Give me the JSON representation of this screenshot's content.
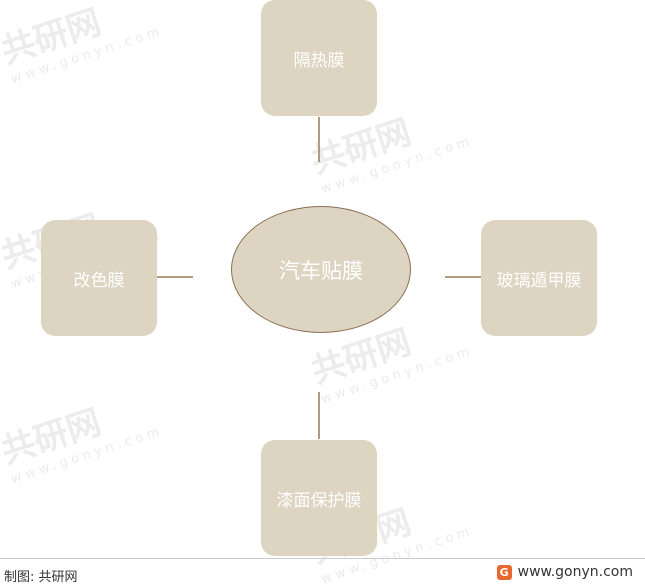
{
  "diagram": {
    "center": "汽车贴膜",
    "top": "隔热膜",
    "left": "改色膜",
    "right": "玻璃遁甲膜",
    "bottom": "漆面保护膜"
  },
  "watermark": {
    "text": "共研网",
    "sub": "www.gonyn.com"
  },
  "footer": {
    "source": "制图: 共研网",
    "site": "www.gonyn.com",
    "logo_icon": "gonyn-logo-icon",
    "logo_glyph": "G"
  },
  "colors": {
    "box": "#ddd4c1",
    "ellipse_border": "#8a6f52",
    "connector": "#b39b80",
    "logo": "#e8692d"
  }
}
